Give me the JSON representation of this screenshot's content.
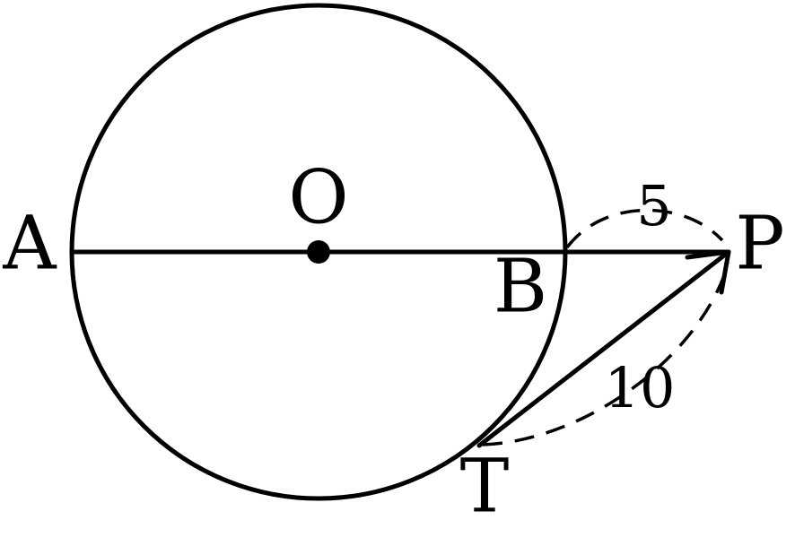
{
  "points": {
    "A": "A",
    "O": "O",
    "B": "B",
    "P": "P",
    "T": "T"
  },
  "measures": {
    "BP": "5",
    "TP": "10"
  },
  "colors": {
    "stroke": "#000000",
    "background": "#ffffff"
  }
}
